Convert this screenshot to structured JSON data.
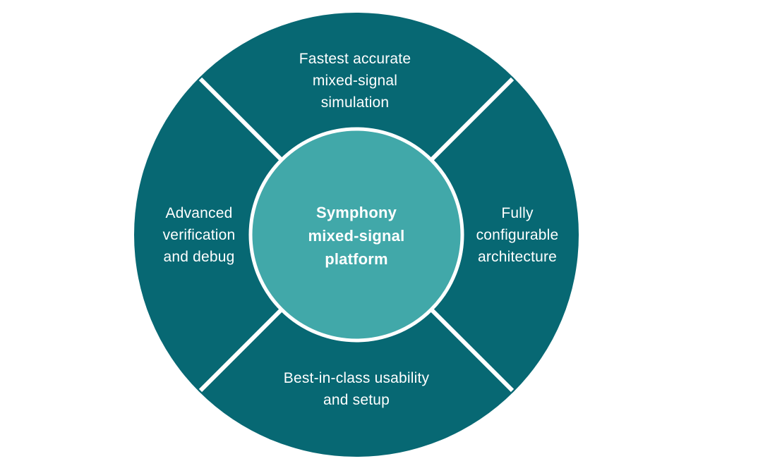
{
  "diagram": {
    "title": "Symphony mixed-signal platform ring diagram",
    "center": {
      "label": "Symphony\nmixed-signal\nplatform"
    },
    "segments": {
      "top": {
        "label": "Fastest accurate\nmixed-signal\nsimulation"
      },
      "right": {
        "label": "Fully\nconfigurable\narchitecture"
      },
      "bottom": {
        "label": "Best-in-class usability\nand setup"
      },
      "left": {
        "label": "Advanced\nverification\nand debug"
      }
    },
    "colors": {
      "outer_ring": "#076873",
      "inner_circle": "#41a8a9",
      "divider": "#ffffff",
      "text": "#ffffff"
    }
  }
}
